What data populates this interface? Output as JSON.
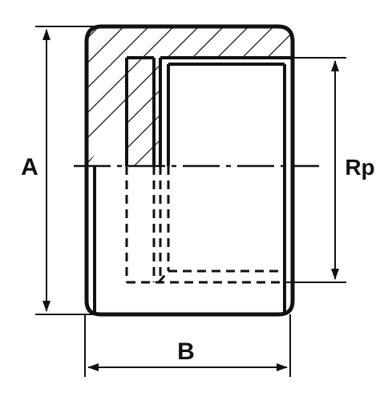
{
  "diagram": {
    "labels": {
      "height": "A",
      "width": "B",
      "thread": "Rp"
    },
    "colors": {
      "ink": "#111111",
      "background": "#ffffff"
    }
  }
}
